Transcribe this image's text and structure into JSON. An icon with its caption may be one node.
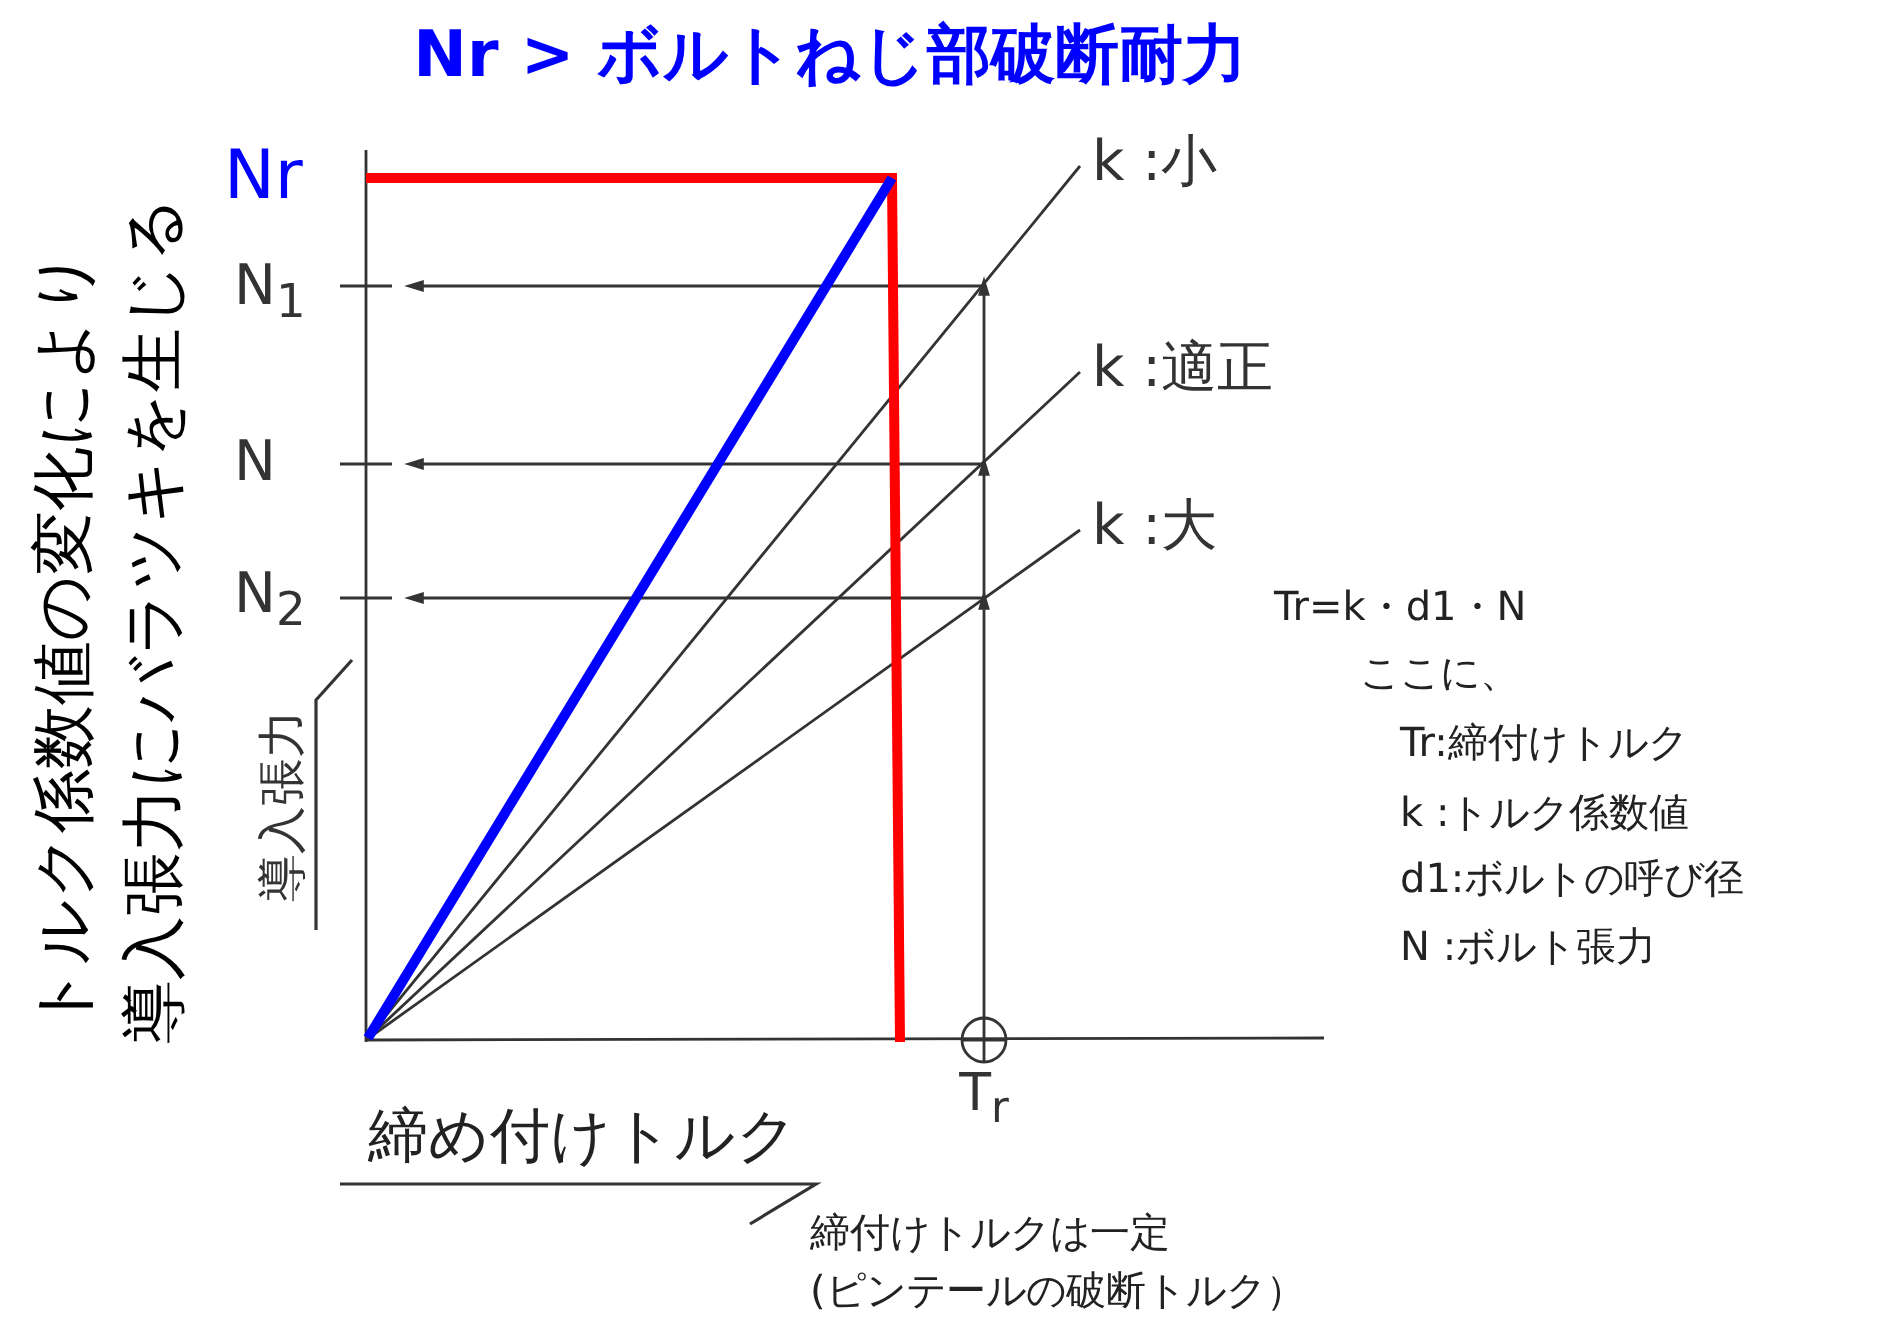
{
  "diagram": {
    "title": "Nr > ボルトねじ部破断耐力",
    "labels": [
      "トルク係数値の変化により",
      "導入張力にバラツキを生じる",
      "Nr",
      "N$_{1}$",
      "N",
      "N$_{2}$",
      "導入張力",
      "k :小",
      "k :適正",
      "k :大",
      "Tr=k・d1・N",
      "ここに、",
      "Tr:締付けトルク",
      "k  :トルク係数値",
      "d1:ボルトの呼び径",
      "N :ボルト張力",
      "T$_{r}$",
      "締め付けトルク",
      "締付けトルクは一定",
      "(ピンテールの破断トルク）"
    ]
  }
}
